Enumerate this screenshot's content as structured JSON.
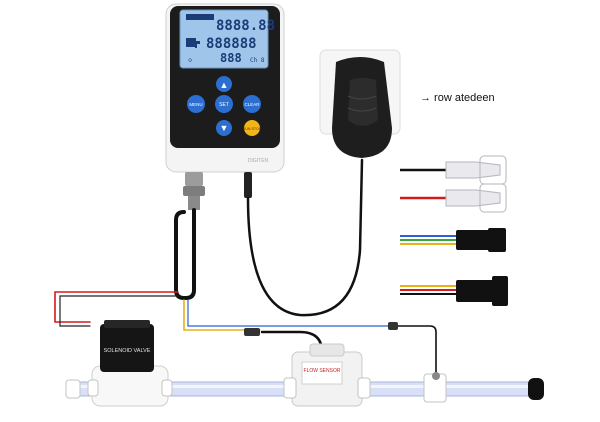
{
  "caption": "→ row atedeen",
  "controller": {
    "lcd": {
      "row1": "8888.88",
      "row2": "888888",
      "row3": "888",
      "small_top_left": "88888888",
      "small_right": "Ch 8"
    },
    "buttons": {
      "up": "▲",
      "down": "▼",
      "left": "MENU",
      "center": "SET",
      "right": "CLEAR",
      "run": "RUN STOP"
    },
    "model": "DIGITEN"
  },
  "valve": {
    "label": "SOLENOID VALVE"
  },
  "sensor": {
    "label": "FLOW SENSOR"
  },
  "colors": {
    "case": "#f4f4f4",
    "panel": "#1c1c1c",
    "lcd_bg": "#9fc6ea",
    "lcd_fg": "#1c3c78",
    "button": "#2c6fd1",
    "button_run": "#f2b518",
    "pipe": "#d8e0f7",
    "wire_red": "#d31b1b",
    "wire_black": "#111111",
    "wire_yellow": "#e8b21b",
    "wire_blue": "#2d5fd8",
    "wire_green": "#3aa53a"
  }
}
